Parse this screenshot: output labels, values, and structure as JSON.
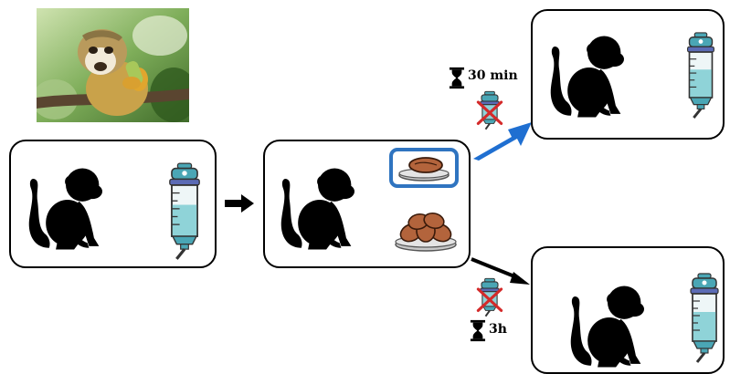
{
  "photo": {
    "subject": "squirrel-monkey-photo"
  },
  "branches": {
    "top": {
      "time_label": "30 min"
    },
    "bottom": {
      "time_label": "3h"
    }
  },
  "colors": {
    "highlight_box": "#2f74c0",
    "top_arrow": "#1f6fd1",
    "bottle_body": "#8fd3d8",
    "bottle_cap": "#4aa6b5",
    "bottle_label": "#5b6bb5",
    "date": "#b3643c",
    "cross": "#d42a2a"
  },
  "icons": [
    "monkey-silhouette-icon",
    "water-bottle-icon",
    "hourglass-icon",
    "crossed-bottle-icon",
    "date-fruit-icon"
  ]
}
